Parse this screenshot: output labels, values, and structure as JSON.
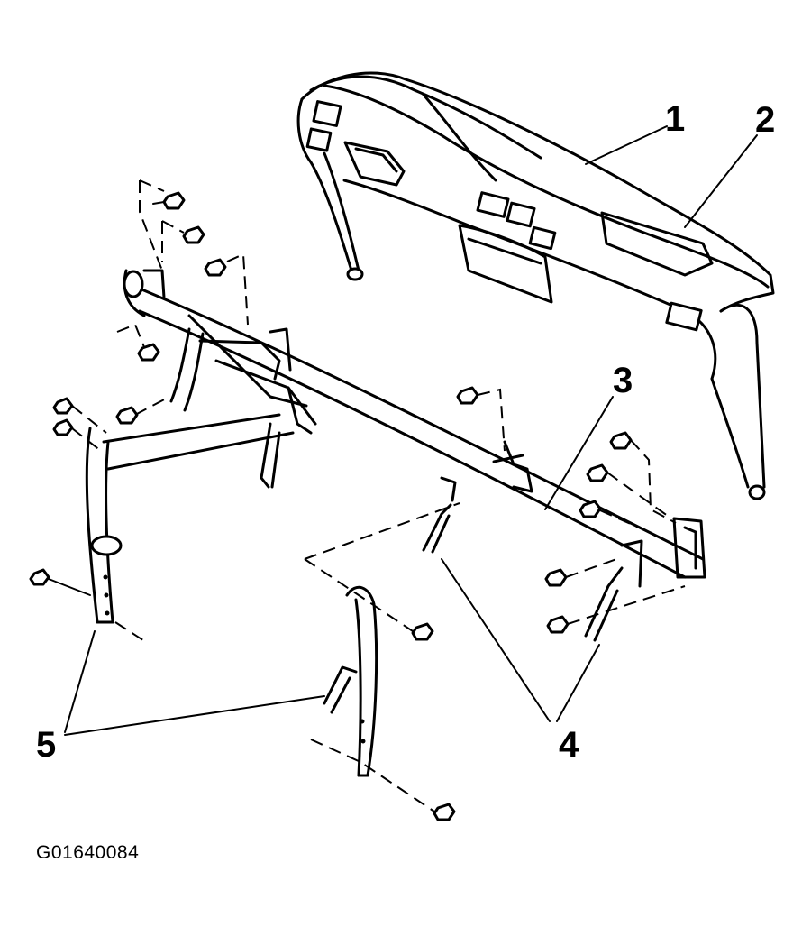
{
  "callouts": {
    "c1": "1",
    "c2": "2",
    "c3": "3",
    "c4": "4",
    "c5": "5"
  },
  "figure_id": "G01640084"
}
